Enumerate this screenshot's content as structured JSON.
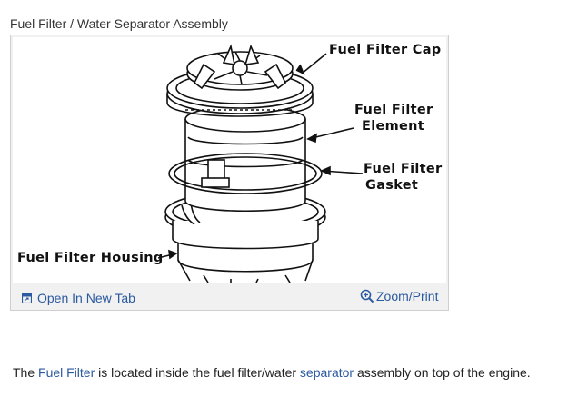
{
  "caption": "Fuel Filter / Water Separator Assembly",
  "figure": {
    "labels": {
      "cap": "Fuel Filter Cap",
      "element_line1": "Fuel Filter",
      "element_line2": "Element",
      "gasket_line1": "Fuel Filter",
      "gasket_line2": "Gasket",
      "housing": "Fuel Filter Housing"
    },
    "open_new_tab": "Open In New Tab",
    "zoom_print": "Zoom/Print"
  },
  "description": {
    "part1": "The ",
    "link1": "Fuel Filter",
    "part2": " is located inside the fuel filter/water ",
    "link2": "separator",
    "part3": " assembly on top of the engine."
  },
  "colors": {
    "link": "#2b5aa0",
    "box_bg": "#f1f1f1",
    "box_border": "#cfcfcf"
  }
}
